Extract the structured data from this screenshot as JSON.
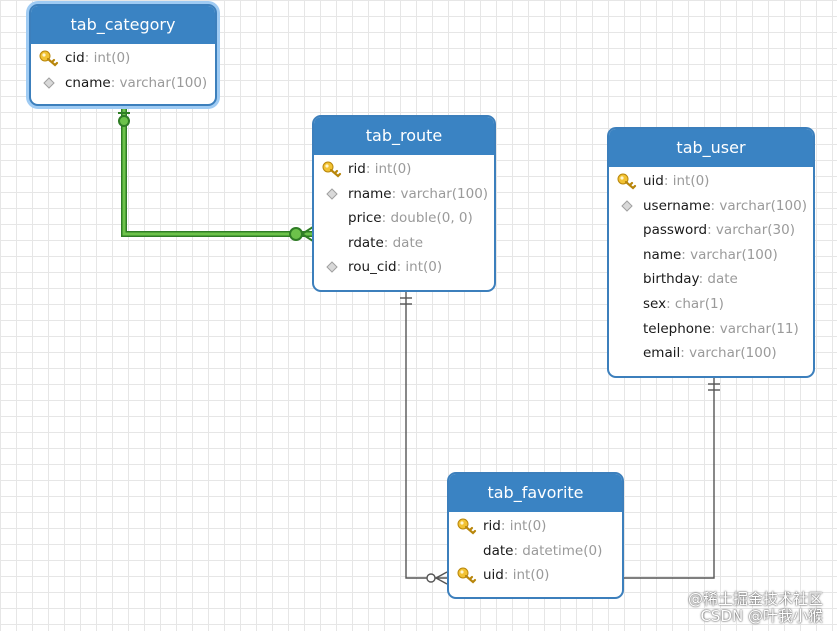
{
  "entities": {
    "tab_category": {
      "title": "tab_category",
      "fields": [
        {
          "name": "cid",
          "type": ": int(0)",
          "icon": "key-icon"
        },
        {
          "name": "cname",
          "type": ": varchar(100)",
          "icon": "diamond-icon"
        }
      ]
    },
    "tab_route": {
      "title": "tab_route",
      "fields": [
        {
          "name": "rid",
          "type": ": int(0)",
          "icon": "key-icon"
        },
        {
          "name": "rname",
          "type": ": varchar(100)",
          "icon": "diamond-icon"
        },
        {
          "name": "price",
          "type": ": double(0, 0)",
          "icon": ""
        },
        {
          "name": "rdate",
          "type": ": date",
          "icon": ""
        },
        {
          "name": "rou_cid",
          "type": ": int(0)",
          "icon": "diamond-icon"
        }
      ]
    },
    "tab_user": {
      "title": "tab_user",
      "fields": [
        {
          "name": "uid",
          "type": ": int(0)",
          "icon": "key-icon"
        },
        {
          "name": "username",
          "type": ": varchar(100)",
          "icon": "diamond-icon"
        },
        {
          "name": "password",
          "type": ": varchar(30)",
          "icon": ""
        },
        {
          "name": "name",
          "type": ": varchar(100)",
          "icon": ""
        },
        {
          "name": "birthday",
          "type": ": date",
          "icon": ""
        },
        {
          "name": "sex",
          "type": ": char(1)",
          "icon": ""
        },
        {
          "name": "telephone",
          "type": ": varchar(11)",
          "icon": ""
        },
        {
          "name": "email",
          "type": ": varchar(100)",
          "icon": ""
        }
      ]
    },
    "tab_favorite": {
      "title": "tab_favorite",
      "fields": [
        {
          "name": "rid",
          "type": ": int(0)",
          "icon": "key-icon"
        },
        {
          "name": "date",
          "type": ": datetime(0)",
          "icon": ""
        },
        {
          "name": "uid",
          "type": ": int(0)",
          "icon": "key-icon"
        }
      ]
    }
  },
  "colors": {
    "header": "#3a83c3",
    "border": "#3c7fbc",
    "selected_relation": "#3fa535",
    "relation": "#555555"
  },
  "watermark": {
    "line1": "@稀土掘金技术社区",
    "line2": "CSDN @叶我小猴"
  }
}
